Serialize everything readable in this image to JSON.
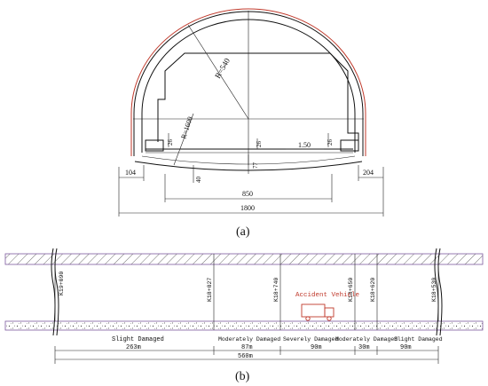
{
  "panel_a": {
    "caption": "(a)",
    "radius_outer": "R=540",
    "radius_invert": "R=1600",
    "dim_left": "104",
    "dim_right": "204",
    "dim_middle": "850",
    "dim_total": "1800",
    "dim_150": "1.50",
    "dim_26a": "26",
    "dim_26b": "26",
    "dim_26c": "26",
    "dim_77": "77",
    "dim_40": "40"
  },
  "panel_b": {
    "caption": "(b)",
    "stations": [
      "K19+090",
      "K18+827",
      "K18+740",
      "K18+650",
      "K18+620",
      "K18+530"
    ],
    "accident_label": "Accident Vehicle",
    "zones": [
      {
        "label": "Slight Damaged",
        "length": "263m"
      },
      {
        "label": "Moderately Damaged",
        "length": "87m"
      },
      {
        "label": "Severely Damaged",
        "length": "90m"
      },
      {
        "label": "Moderately Damaged",
        "length": "30m"
      },
      {
        "label": "Slight Damaged",
        "length": "90m"
      }
    ],
    "total_length": "560m"
  },
  "colors": {
    "accident": "#c0392b",
    "lining_red": "#c0392b",
    "border_purple": "#7d5a9e"
  }
}
